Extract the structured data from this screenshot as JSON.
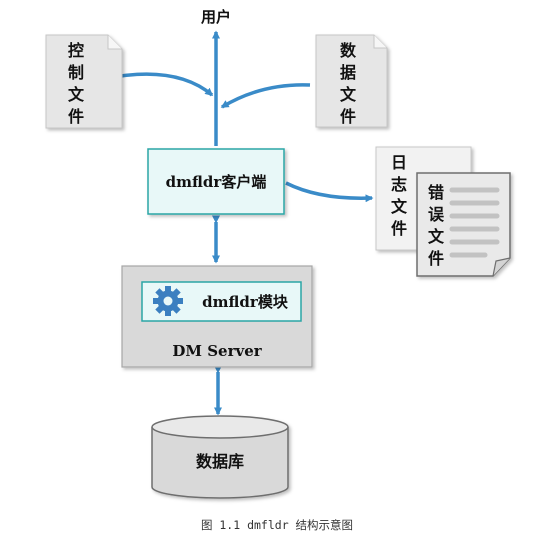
{
  "nodes": {
    "user": "用户",
    "control_file": [
      "控",
      "制",
      "文",
      "件"
    ],
    "data_file": [
      "数",
      "据",
      "文",
      "件"
    ],
    "client": "dmfldr客户端",
    "log_file": [
      "日",
      "志",
      "文",
      "件"
    ],
    "error_file": [
      "错",
      "误",
      "文",
      "件"
    ],
    "module": "dmfldr模块",
    "server": "DM Server",
    "database": "数据库"
  },
  "caption": "图 1.1 dmfldr 结构示意图",
  "colors": {
    "arrow": "#3a8bc8",
    "client_fill": "#e8f8f8",
    "client_stroke": "#2aa6a6",
    "server_fill": "#d9d9d9",
    "doc_fill": "#e6e6e6",
    "gear": "#3b7fc0"
  }
}
